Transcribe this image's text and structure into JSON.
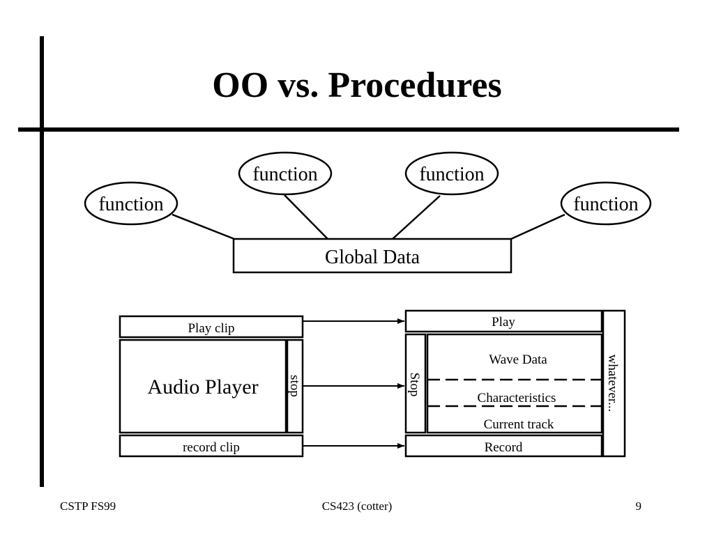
{
  "slide": {
    "title": "OO vs. Procedures"
  },
  "procedural_diagram": {
    "functions": [
      "function",
      "function",
      "function",
      "function"
    ],
    "global_data": "Global Data"
  },
  "oo_diagram": {
    "audio_player": {
      "top_label": "Play clip",
      "center_label": "Audio Player",
      "side_label": "stop",
      "bottom_label": "record clip"
    },
    "object": {
      "top_label": "Play",
      "side_label": "Stop",
      "fields": [
        "Wave Data",
        "Characteristics",
        "Current track"
      ],
      "bottom_label": "Record",
      "right_label": "whatever..."
    }
  },
  "footer": {
    "left": "CSTP FS99",
    "center": "CS423 (cotter)",
    "page_number": "9"
  }
}
